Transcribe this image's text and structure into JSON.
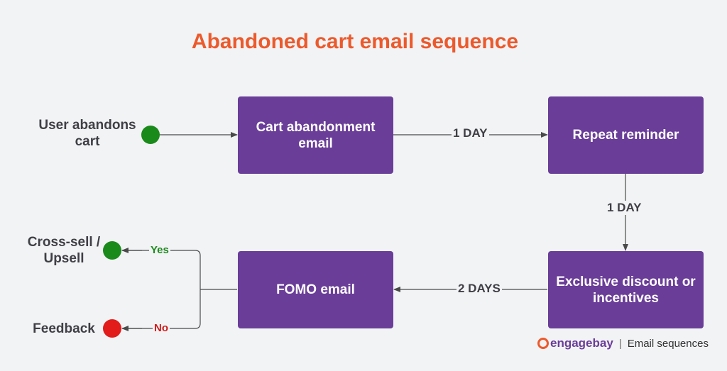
{
  "title": "Abandoned cart email sequence",
  "nodes": {
    "start_label": "User abandons cart",
    "cart_email": "Cart abandonment email",
    "repeat": "Repeat reminder",
    "exclusive": "Exclusive discount or incentives",
    "fomo": "FOMO email",
    "cross_sell": "Cross-sell / Upsell",
    "feedback": "Feedback"
  },
  "edges": {
    "e1": "1 DAY",
    "e2": "1 DAY",
    "e3": "2 DAYS",
    "yes": "Yes",
    "no": "No"
  },
  "colors": {
    "box": "#6a3d98",
    "title": "#ec5a2c",
    "start_dot": "#1a8a1a",
    "yes_dot": "#1a8a1a",
    "no_dot": "#e21b1b"
  },
  "brand": {
    "logo_text": "engagebay",
    "separator": "|",
    "tagline": "Email sequences"
  }
}
